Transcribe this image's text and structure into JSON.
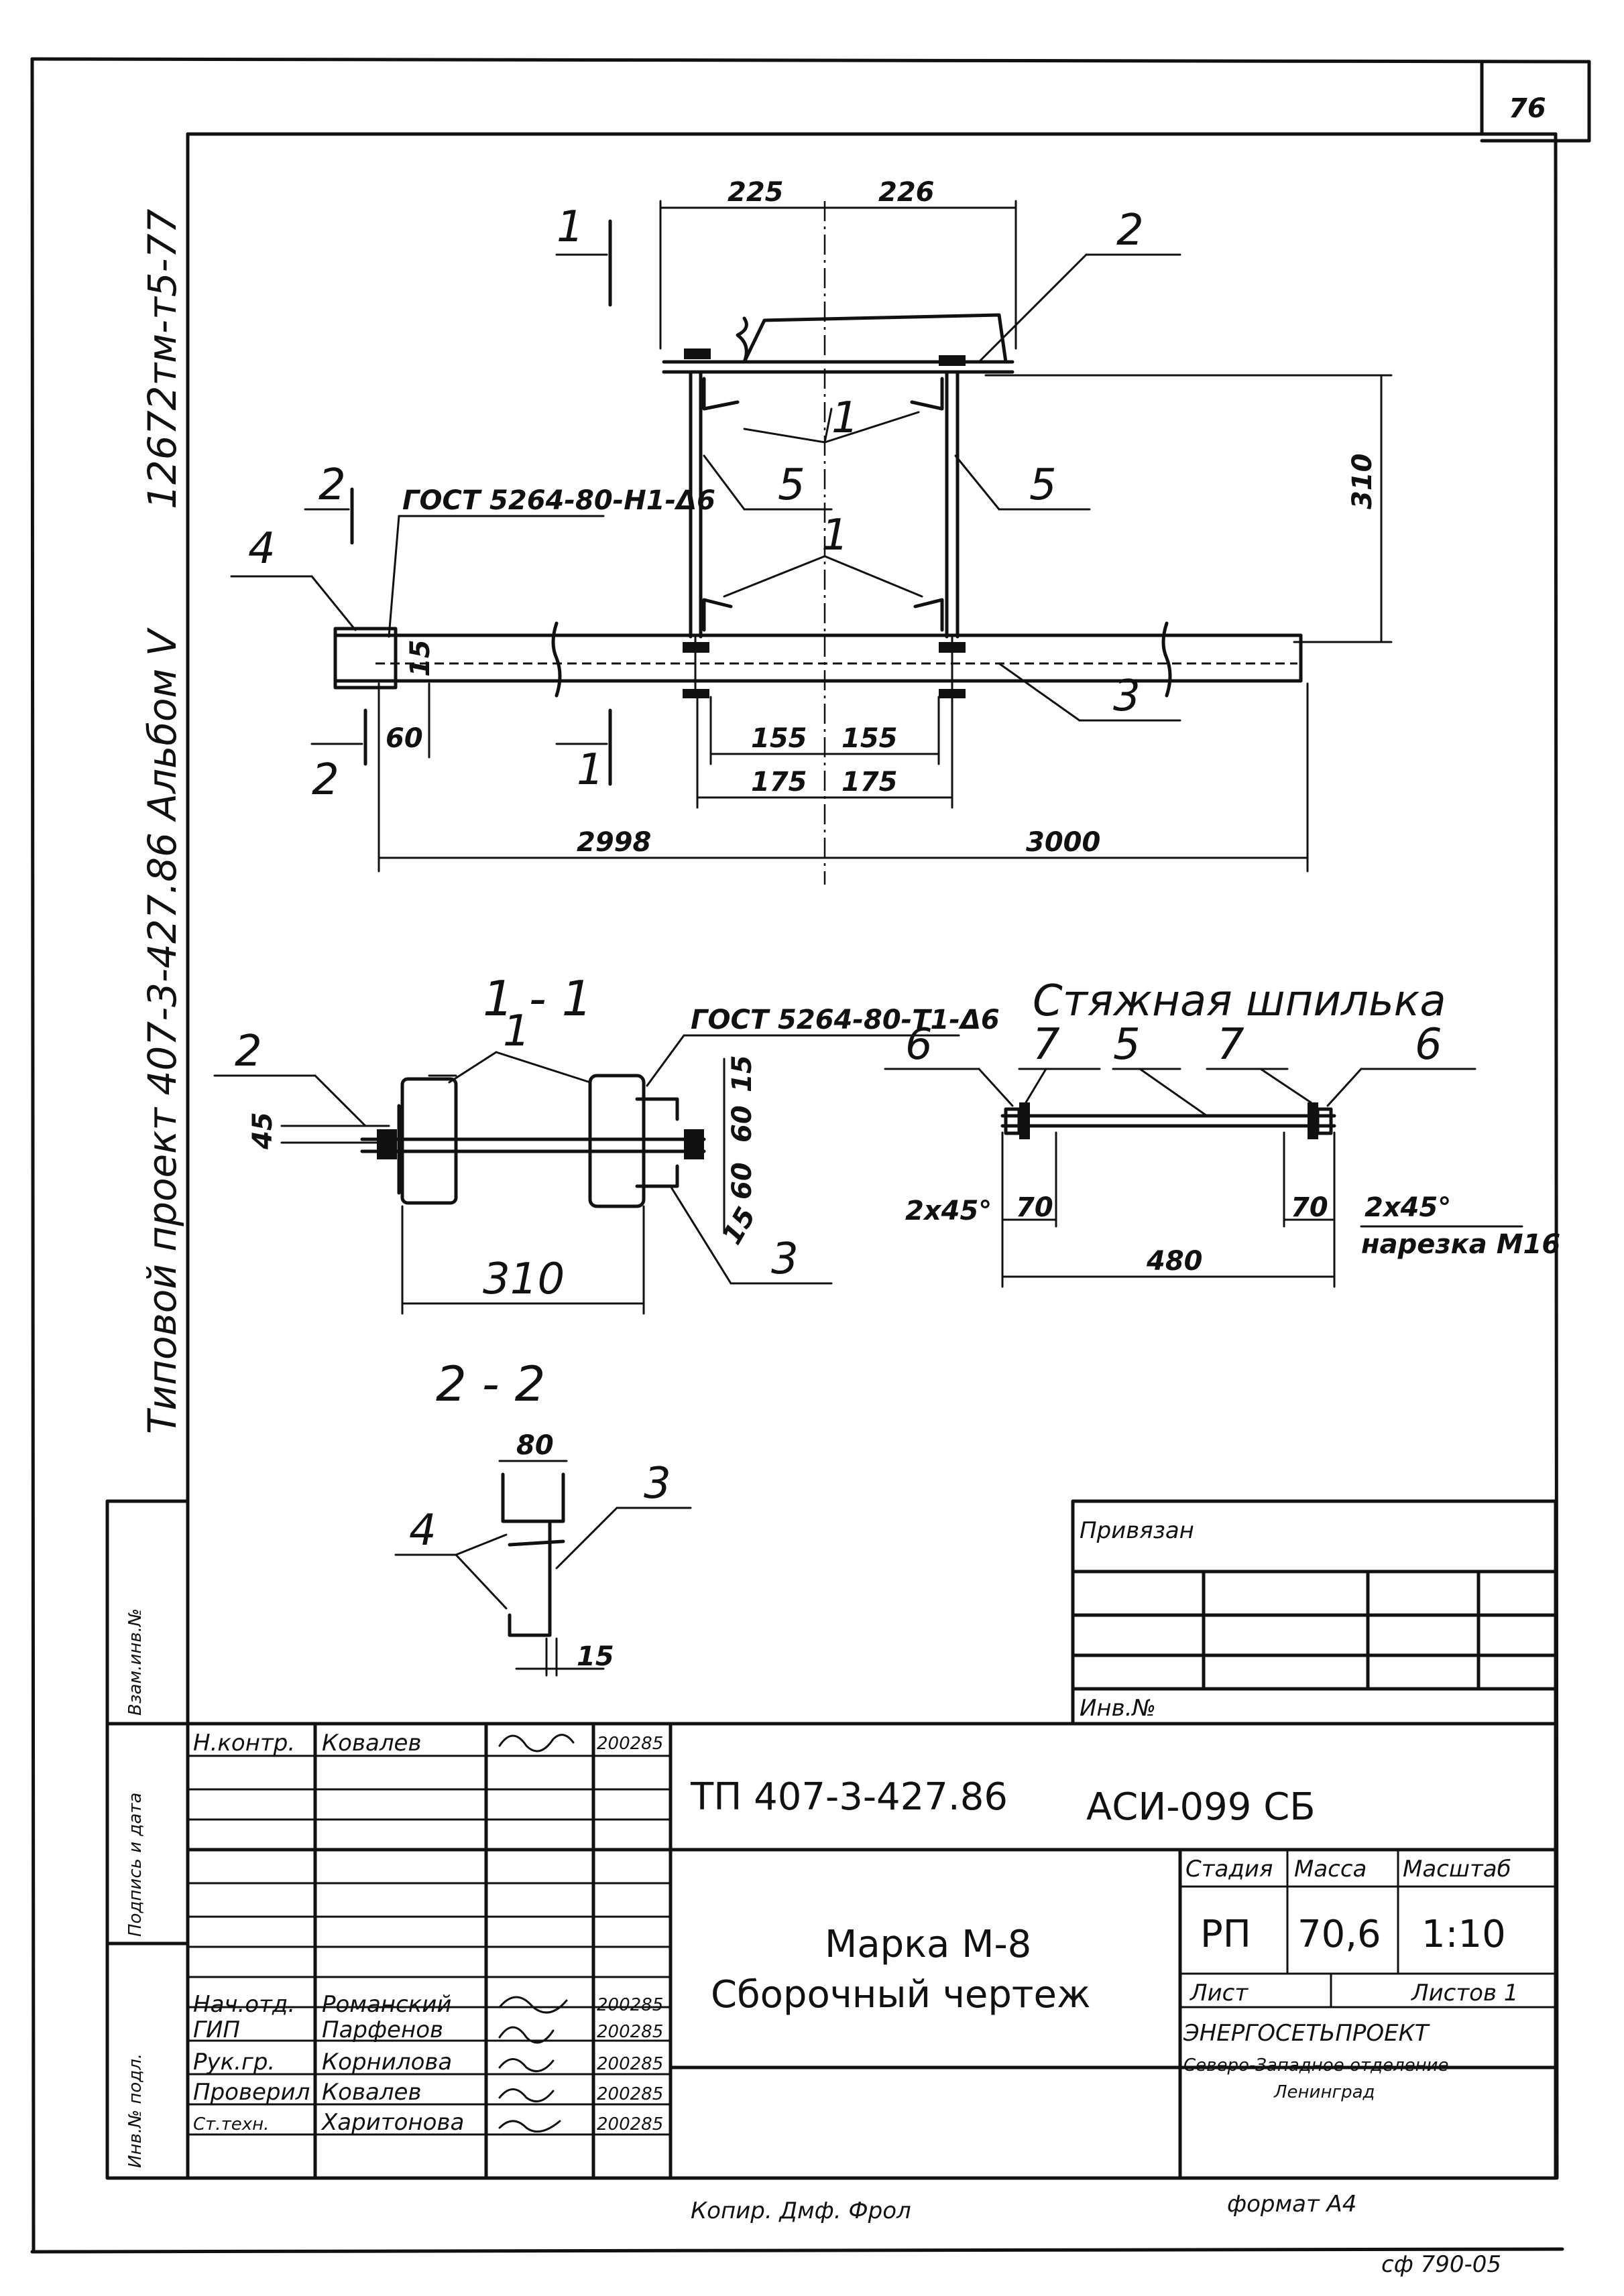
{
  "sheet": {
    "page_number": "76",
    "side_code": "12672тм-т5-77",
    "side_title": "Типовой проект 407-3-427.86 Альбом Ⅴ",
    "bottom_code": "сф 790-05"
  },
  "main_view": {
    "dims": {
      "d225": "225",
      "d226": "226",
      "d310": "310",
      "d155a": "155",
      "d155b": "155",
      "d175a": "175",
      "d175b": "175",
      "d2998": "2998",
      "d3000": "3000",
      "d60": "60",
      "d15": "15"
    },
    "weld_note": "ГОСТ 5264-80-Н1-Δ6",
    "callouts": {
      "c1a": "1",
      "c1b": "1",
      "c2": "2",
      "c3": "3",
      "c4": "4",
      "c5a": "5",
      "c5b": "5"
    },
    "section_marks": {
      "s1top": "1",
      "s1bot": "1",
      "s2top": "2",
      "s2bot": "2"
    }
  },
  "section_1_1": {
    "title": "1 - 1",
    "weld_note": "ГОСТ 5264-80-Т1-Δ6",
    "dims": {
      "d45": "45",
      "d15a": "15",
      "d60a": "60",
      "d60b": "60",
      "d15b": "15",
      "d310": "310"
    },
    "callouts": {
      "c2": "2",
      "c1": "1",
      "c3": "3"
    }
  },
  "stud": {
    "title": "Стяжная шпилька",
    "callouts": {
      "c6a": "6",
      "c7a": "7",
      "c5": "5",
      "c7b": "7",
      "c6b": "6"
    },
    "dims": {
      "ch_left": "2x45°",
      "d70a": "70",
      "d70b": "70",
      "ch_right": "2x45°",
      "thread": "нарезка М16",
      "d480": "480"
    }
  },
  "section_2_2": {
    "title": "2 - 2",
    "dims": {
      "d80": "80",
      "d15": "15"
    },
    "callouts": {
      "c4": "4",
      "c3": "3"
    }
  },
  "stamp": {
    "privyazan": "Привязан",
    "inv_no": "Инв.№",
    "side_cells": [
      "Взам.инв.№",
      "Подпись и дата",
      "Инв.№ подл."
    ],
    "rows": [
      {
        "role": "Н.контр.",
        "name": "Ковалев",
        "date": "200285"
      },
      {
        "role": "",
        "name": "",
        "date": ""
      },
      {
        "role": "",
        "name": "",
        "date": ""
      },
      {
        "role": "",
        "name": "",
        "date": ""
      },
      {
        "role": "Нач.отд.",
        "name": "Романский",
        "date": "200285"
      },
      {
        "role": "ГИП",
        "name": "Парфенов",
        "date": "200285"
      },
      {
        "role": "Рук.гр.",
        "name": "Корнилова",
        "date": "200285"
      },
      {
        "role": "Проверил",
        "name": "Ковалев",
        "date": "200285"
      },
      {
        "role": "Ст.техн.",
        "name": "Харитонова",
        "date": "200285"
      }
    ],
    "project_code": "ТП 407-3-427.86",
    "doc_code": "АСИ-099 СБ",
    "title_line1": "Марка М-8",
    "title_line2": "Сборочный чертеж",
    "stage_label": "Стадия",
    "mass_label": "Масса",
    "scale_label": "Масштаб",
    "stage": "РП",
    "mass": "70,6",
    "scale": "1:10",
    "sheet_label": "Лист",
    "sheets_label": "Листов 1",
    "org1": "ЭНЕРГОСЕТЬПРОЕКТ",
    "org2": "Северо-Западное отделение",
    "org3": "Ленинград",
    "copied": "Копир. Дмф. Фрол",
    "format": "формат А4"
  }
}
